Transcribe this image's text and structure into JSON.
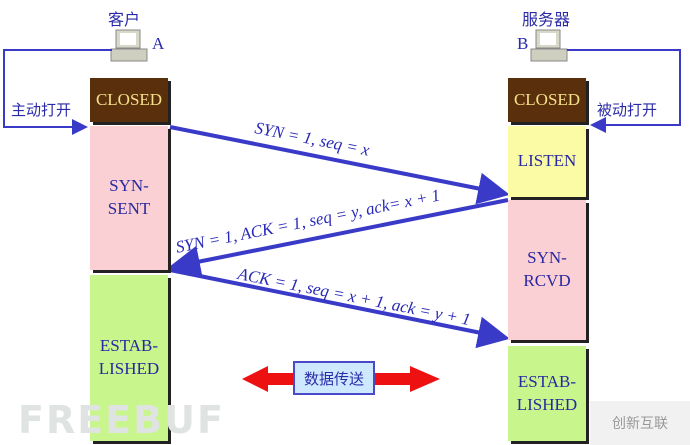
{
  "client": {
    "title": "客户",
    "letter": "A",
    "action": "主动打开"
  },
  "server": {
    "title": "服务器",
    "letter": "B",
    "action": "被动打开"
  },
  "client_states": [
    "CLOSED",
    "SYN-\nSENT",
    "ESTAB-\nLISHED"
  ],
  "server_states": [
    "CLOSED",
    "LISTEN",
    "SYN-\nRCVD",
    "ESTAB-\nLISHED"
  ],
  "messages": [
    "SYN = 1, seq = x",
    "SYN = 1, ACK = 1, seq = y, ack= x + 1",
    "ACK = 1, seq = x + 1, ack = y + 1"
  ],
  "data_transfer": "数据传送",
  "colors": {
    "arrow": "#3a3ac8",
    "closed": "#5a300c",
    "pink": "#fbd0d4",
    "green": "#c8f58c",
    "yellow": "#fbfba6",
    "data_arrow": "#ee1111"
  },
  "watermarks": [
    "FREEBUF",
    "创新互联"
  ]
}
